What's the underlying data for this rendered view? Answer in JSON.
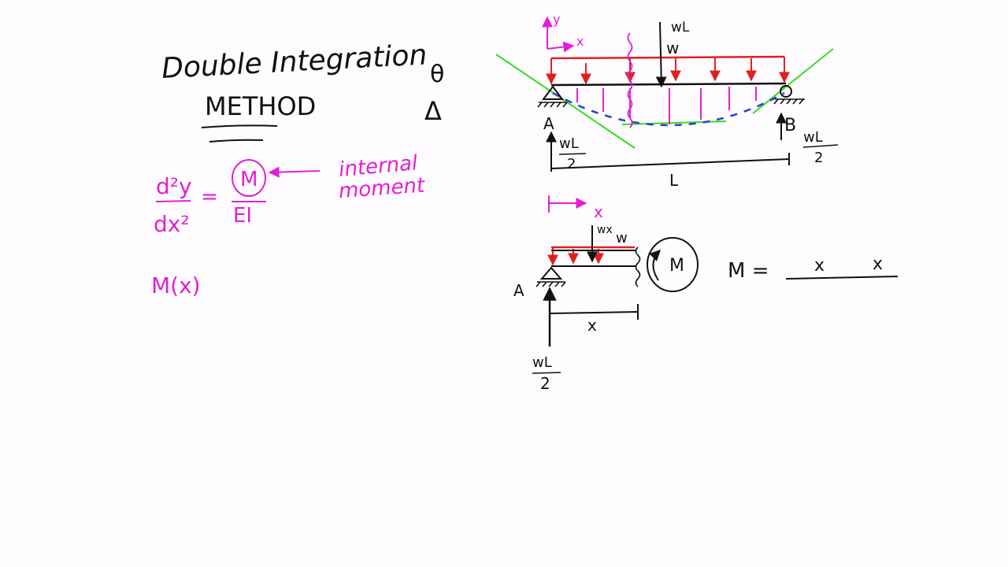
{
  "colors": {
    "ink": "#111111",
    "magenta": "#e21fd6",
    "red": "#e02020",
    "green": "#33dd22",
    "blue": "#2b3fd0",
    "background": "#fefcfe"
  },
  "title": {
    "line1": "Double Integration",
    "line2": "METHOD"
  },
  "symbols": {
    "theta": "θ",
    "delta": "Δ"
  },
  "equation": {
    "numerator": "d²y",
    "denominator": "dx²",
    "equals": "=",
    "moment": "M",
    "ei": "EI",
    "note_line1": "internal",
    "note_line2": "moment"
  },
  "function_label": "M(x)",
  "top_beam": {
    "y_axis": "y",
    "x_axis": "x",
    "resultant_label": "wL",
    "load_label": "w",
    "support_a": "A",
    "support_b": "B",
    "reaction_a_num": "wL",
    "reaction_a_den": "2",
    "reaction_b_num": "wL",
    "reaction_b_den": "2",
    "span": "L"
  },
  "section": {
    "x_arrow": "x",
    "resultant_label": "wx",
    "load_label": "w",
    "moment": "M",
    "support_a": "A",
    "length": "x",
    "reaction_num": "wL",
    "reaction_den": "2"
  },
  "moment_equation": {
    "lhs": "M =",
    "term1": "x",
    "term2": "x"
  }
}
